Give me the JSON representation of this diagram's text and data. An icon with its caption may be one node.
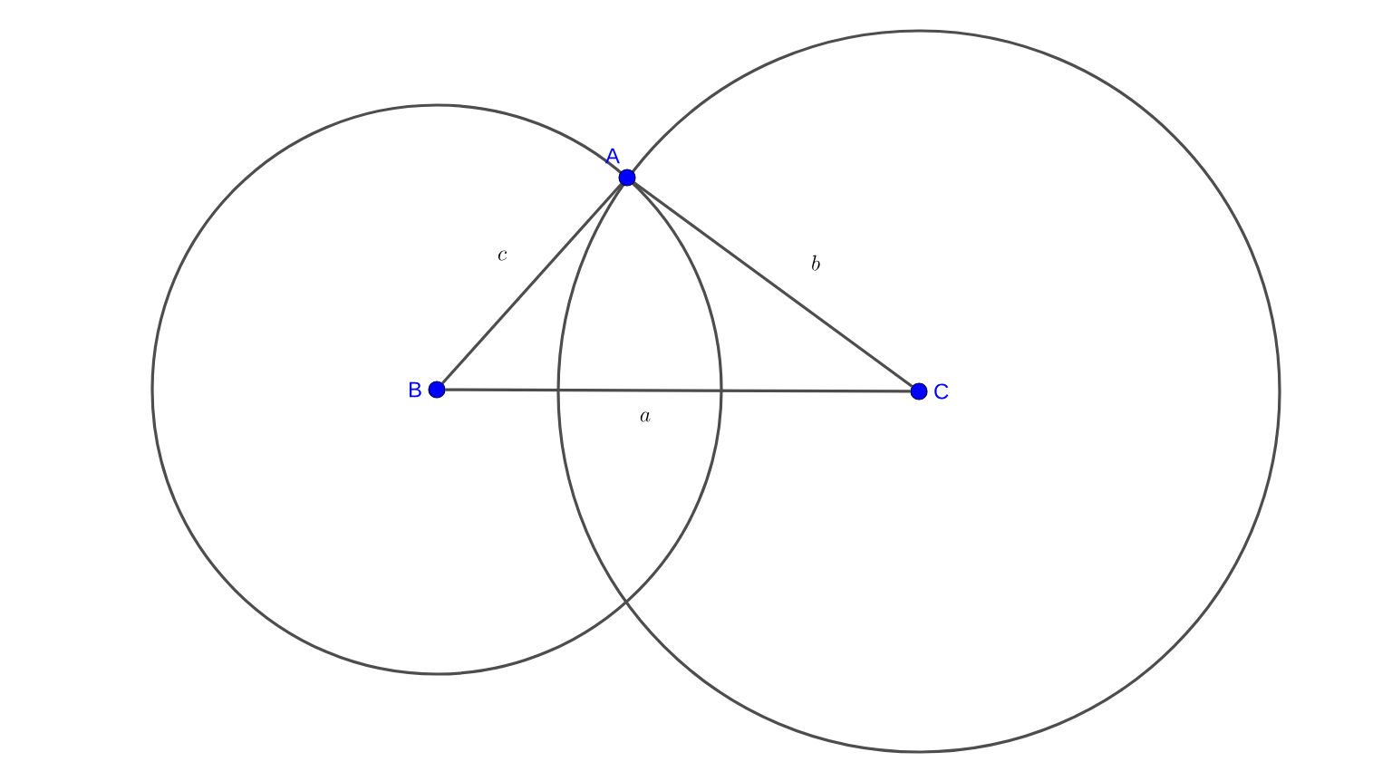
{
  "diagram": {
    "nodes": [
      {
        "text": [
          "A"
        ]
      },
      {
        "text": [
          "B"
        ]
      },
      {
        "text": [
          "C"
        ]
      }
    ],
    "edges": [
      {
        "from": 0,
        "to": 1,
        "arrow": "none",
        "label": "c"
      },
      {
        "from": 0,
        "to": 2,
        "arrow": "none",
        "label": "b"
      },
      {
        "from": 1,
        "to": 2,
        "arrow": "none",
        "label": "a"
      }
    ]
  }
}
